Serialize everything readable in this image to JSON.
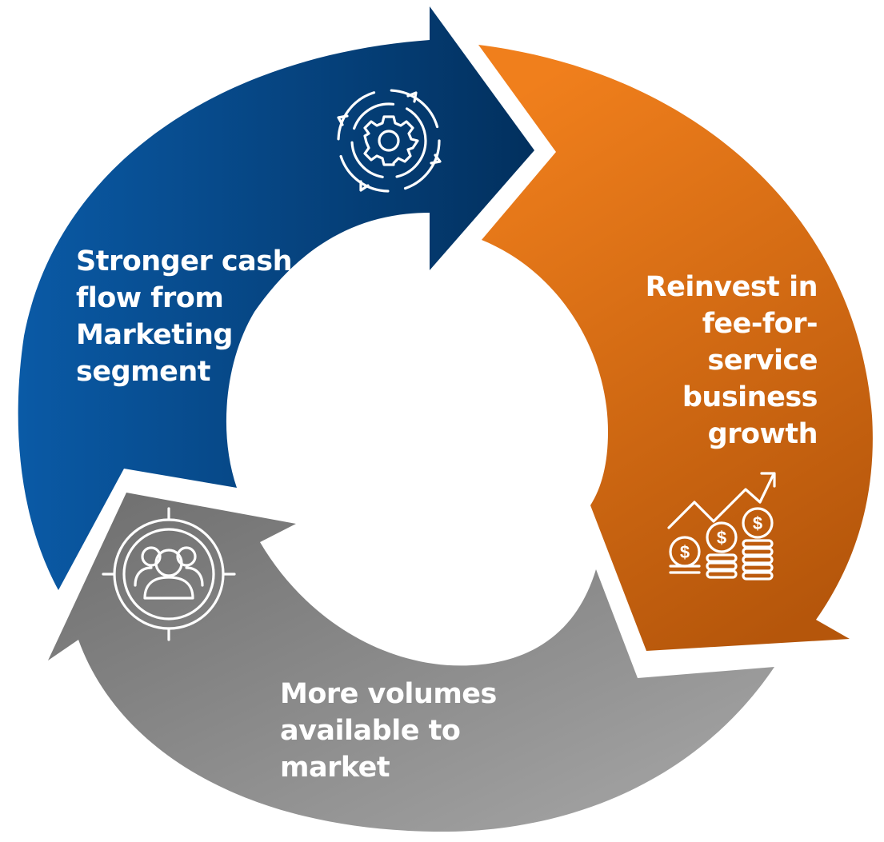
{
  "segments": [
    {
      "id": "blue",
      "label_lines": [
        "Stronger cash",
        "flow from",
        "Marketing",
        "segment"
      ],
      "icon": "gear-cycle-icon",
      "colors": [
        "#0a5aa6",
        "#02305e"
      ]
    },
    {
      "id": "orange",
      "label_lines": [
        "Reinvest in",
        "fee-for-",
        "service",
        "business",
        "growth"
      ],
      "icon": "growth-coins-icon",
      "colors": [
        "#f07f1c",
        "#b5560b"
      ]
    },
    {
      "id": "gray",
      "label_lines": [
        "More volumes",
        "available to",
        "market"
      ],
      "icon": "audience-target-icon",
      "colors": [
        "#6e6e6e",
        "#a8a8a8"
      ]
    }
  ]
}
